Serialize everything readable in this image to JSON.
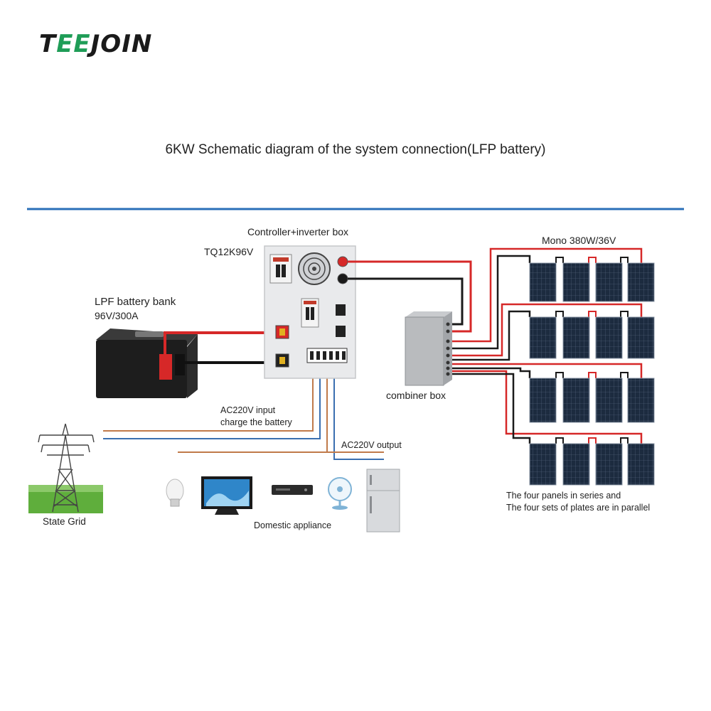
{
  "brand": {
    "name_pre": "T",
    "name_accent": "EE",
    "name_post": "JOIN",
    "accent_color": "#1f9d57"
  },
  "title": "6KW Schematic diagram of the system connection(LFP battery)",
  "labels": {
    "controller_box": "Controller+inverter box",
    "model": "TQ12K96V",
    "battery_title": "LPF battery bank",
    "battery_spec": "96V/300A",
    "panel_spec": "Mono 380W/36V",
    "combiner": "combiner box",
    "ac_input_line1": "AC220V input",
    "ac_input_line2": "charge the battery",
    "ac_output": "AC220V output",
    "state_grid": "State Grid",
    "appliance": "Domestic appliance",
    "note_line1": "The four panels in series and",
    "note_line2": "The four sets of plates are in parallel"
  },
  "colors": {
    "divider": "#2a6fb8",
    "positive_wire": "#d62828",
    "negative_wire": "#1a1a1a",
    "ac_live_wire": "#c07a4a",
    "ac_neutral_wire": "#3a6fb0",
    "panel": "#1c2b3f"
  }
}
